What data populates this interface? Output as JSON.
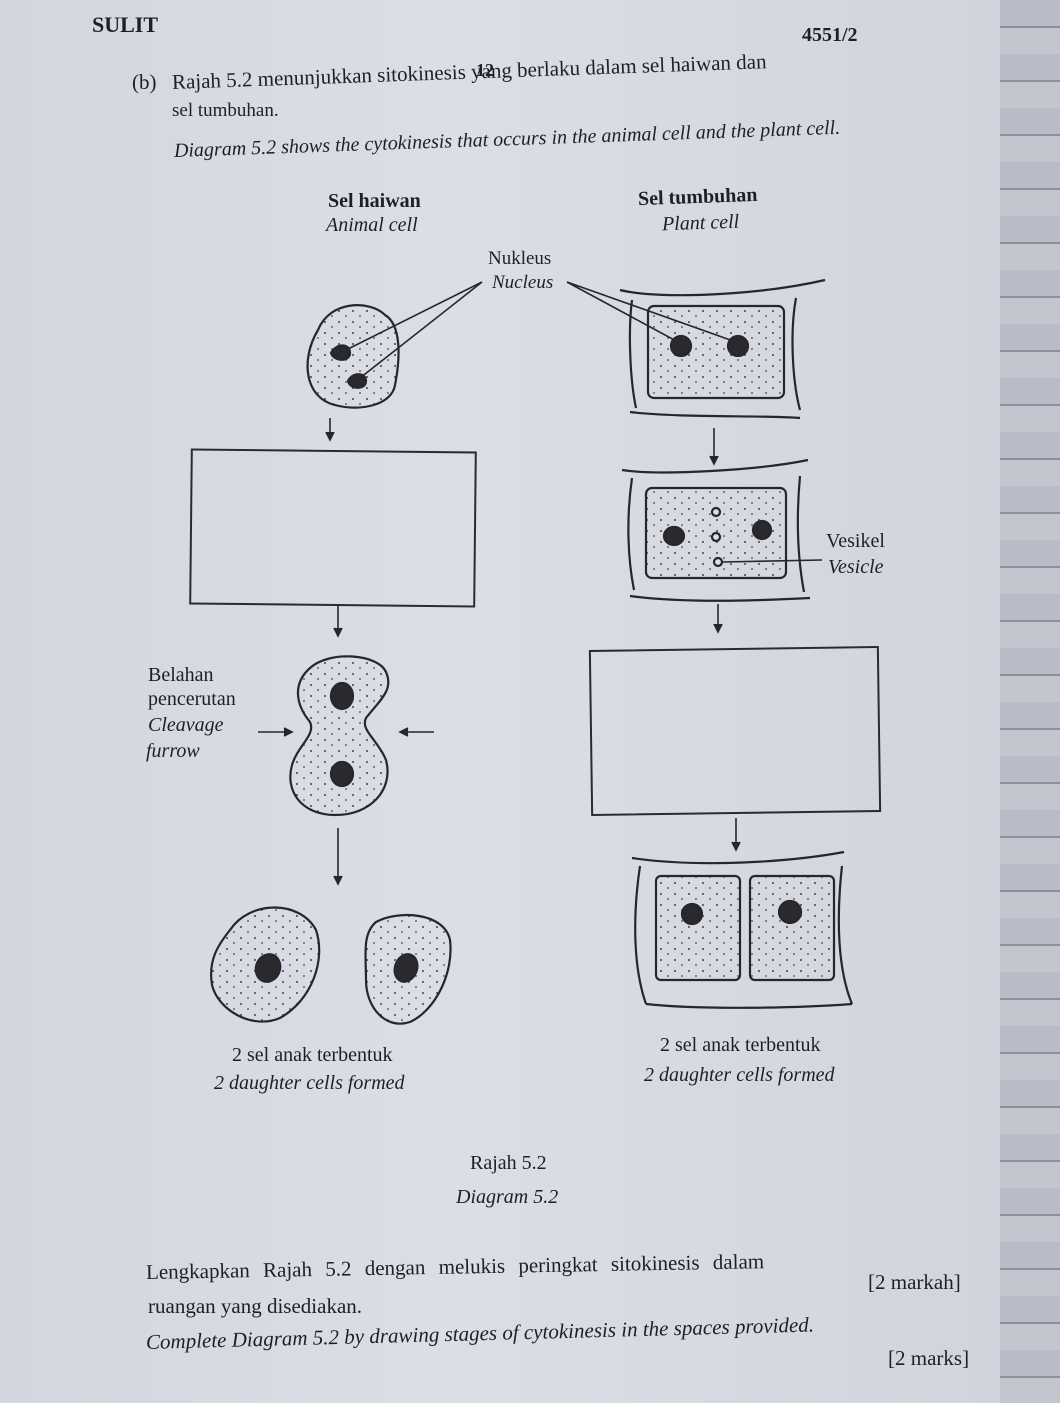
{
  "header": {
    "sulit": "SULIT",
    "code": "4551/2",
    "page_number": "12"
  },
  "question": {
    "part": "(b)",
    "malay_line1": "Rajah 5.2 menunjukkan sitokinesis yang berlaku dalam sel haiwan dan",
    "malay_line2": "sel tumbuhan.",
    "english": "Diagram 5.2 shows the cytokinesis that occurs in the animal cell and the plant cell."
  },
  "labels": {
    "animal_malay": "Sel haiwan",
    "animal_english": "Animal cell",
    "plant_malay": "Sel tumbuhan",
    "plant_english": "Plant cell",
    "nucleus_malay": "Nukleus",
    "nucleus_english": "Nucleus",
    "vesicle_malay": "Vesikel",
    "vesicle_english": "Vesicle",
    "furrow_malay_1": "Belahan",
    "furrow_malay_2": "pencerutan",
    "furrow_english_1": "Cleavage",
    "furrow_english_2": "furrow",
    "animal_daughter_malay": "2 sel anak terbentuk",
    "animal_daughter_english": "2 daughter cells formed",
    "plant_daughter_malay": "2 sel anak terbentuk",
    "plant_daughter_english": "2 daughter cells formed"
  },
  "caption": {
    "malay": "Rajah 5.2",
    "english": "Diagram 5.2"
  },
  "instruction": {
    "malay_line1": "Lengkapkan Rajah 5.2 dengan melukis peringkat sitokinesis dalam",
    "malay_line2": "ruangan yang disediakan.",
    "malay_marks": "[2 markah]",
    "english": "Complete Diagram 5.2 by drawing stages of cytokinesis in the spaces provided.",
    "english_marks": "[2 marks]"
  }
}
